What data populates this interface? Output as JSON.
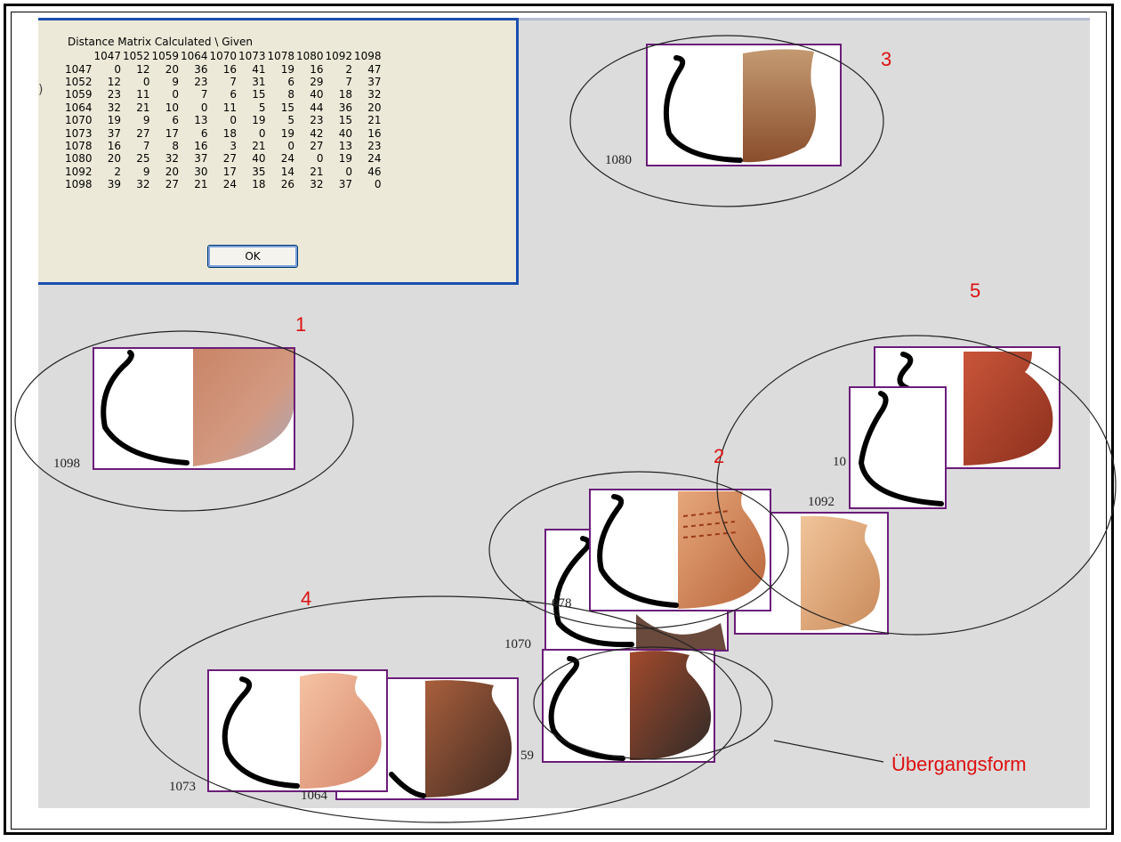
{
  "dialog": {
    "title": "Distance Matrix Calculated \\ Given",
    "ids": [
      "1047",
      "1052",
      "1059",
      "1064",
      "1070",
      "1073",
      "1078",
      "1080",
      "1092",
      "1098"
    ],
    "rows": [
      {
        "id": "1047",
        "values": [
          "0",
          "12",
          "20",
          "36",
          "16",
          "41",
          "19",
          "16",
          "2",
          "47"
        ]
      },
      {
        "id": "1052",
        "values": [
          "12",
          "0",
          "9",
          "23",
          "7",
          "31",
          "6",
          "29",
          "7",
          "37"
        ]
      },
      {
        "id": "1059",
        "values": [
          "23",
          "11",
          "0",
          "7",
          "6",
          "15",
          "8",
          "40",
          "18",
          "32"
        ]
      },
      {
        "id": "1064",
        "values": [
          "32",
          "21",
          "10",
          "0",
          "11",
          "5",
          "15",
          "44",
          "36",
          "20"
        ]
      },
      {
        "id": "1070",
        "values": [
          "19",
          "9",
          "6",
          "13",
          "0",
          "19",
          "5",
          "23",
          "15",
          "21"
        ]
      },
      {
        "id": "1073",
        "values": [
          "37",
          "27",
          "17",
          "6",
          "18",
          "0",
          "19",
          "42",
          "40",
          "16"
        ]
      },
      {
        "id": "1078",
        "values": [
          "16",
          "7",
          "8",
          "16",
          "3",
          "21",
          "0",
          "27",
          "13",
          "23"
        ]
      },
      {
        "id": "1080",
        "values": [
          "20",
          "25",
          "32",
          "37",
          "27",
          "40",
          "24",
          "0",
          "19",
          "24"
        ]
      },
      {
        "id": "1092",
        "values": [
          "2",
          "9",
          "20",
          "30",
          "17",
          "35",
          "14",
          "21",
          "0",
          "46"
        ]
      },
      {
        "id": "1098",
        "values": [
          "39",
          "32",
          "27",
          "21",
          "24",
          "18",
          "26",
          "32",
          "37",
          "0"
        ]
      }
    ],
    "ok_label": "OK",
    "edge_glyph": ")"
  },
  "clusters": {
    "c1": "1",
    "c2": "2",
    "c3": "3",
    "c4": "4",
    "c5": "5"
  },
  "labels": {
    "l1098": "1098",
    "l1080": "1080",
    "l1092": "1092",
    "l10x": "10",
    "l1078": "078",
    "l1070": "1070",
    "l1059": "59",
    "l1073": "1073",
    "l1064": "1064"
  },
  "annotation": "Übergangsform",
  "colors": {
    "canvas": "#dcdcdc",
    "card_border": "#6b1d7a",
    "accent_red": "#dd1010",
    "dialog_border": "#1b4fb1"
  }
}
